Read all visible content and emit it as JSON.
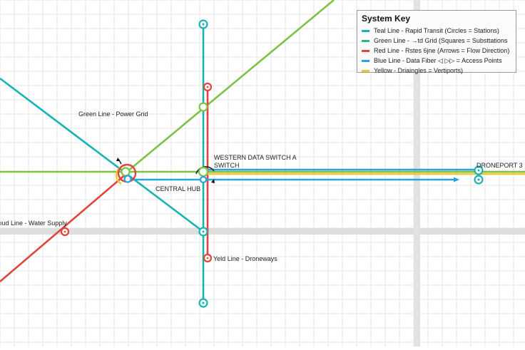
{
  "colors": {
    "teal": "#19b3b3",
    "green": "#7cc243",
    "red": "#e0443a",
    "blue": "#29a3dd",
    "yellow": "#f2c531",
    "grid": "#e6e6e6",
    "grid_major": "#dcdcdc"
  },
  "legend": {
    "title": "System Key",
    "items": [
      {
        "label": "Teal Line - Rapid Transit (Circles = Stations)",
        "color": "#19b3b3"
      },
      {
        "label": "Green Line - →td Grid (Squares = Substtations",
        "color": "#2dbb6a"
      },
      {
        "label": "Red Line - Rstes 6jne  (Arrows = Flow Direction)",
        "color": "#e0443a"
      },
      {
        "label": "Blue Line - Data Fiber  ◁  ▷▷ = Access Points",
        "color": "#29a3dd"
      },
      {
        "label": "Yellow - Driaingles = Vertiports)",
        "color": "#f2c531"
      }
    ]
  },
  "labels": {
    "green_line": "Green Line - Power Grid",
    "western_switch_line1": "WESTERN DATA SWITCH A",
    "western_switch_line2": "SWITCH",
    "central_hub": "CENTRAL HUB",
    "droneport": "DRONEPORT 3",
    "water_supply": "ıud Line - Water Supply",
    "yellow_line": "Yeld Line - Droneways"
  }
}
